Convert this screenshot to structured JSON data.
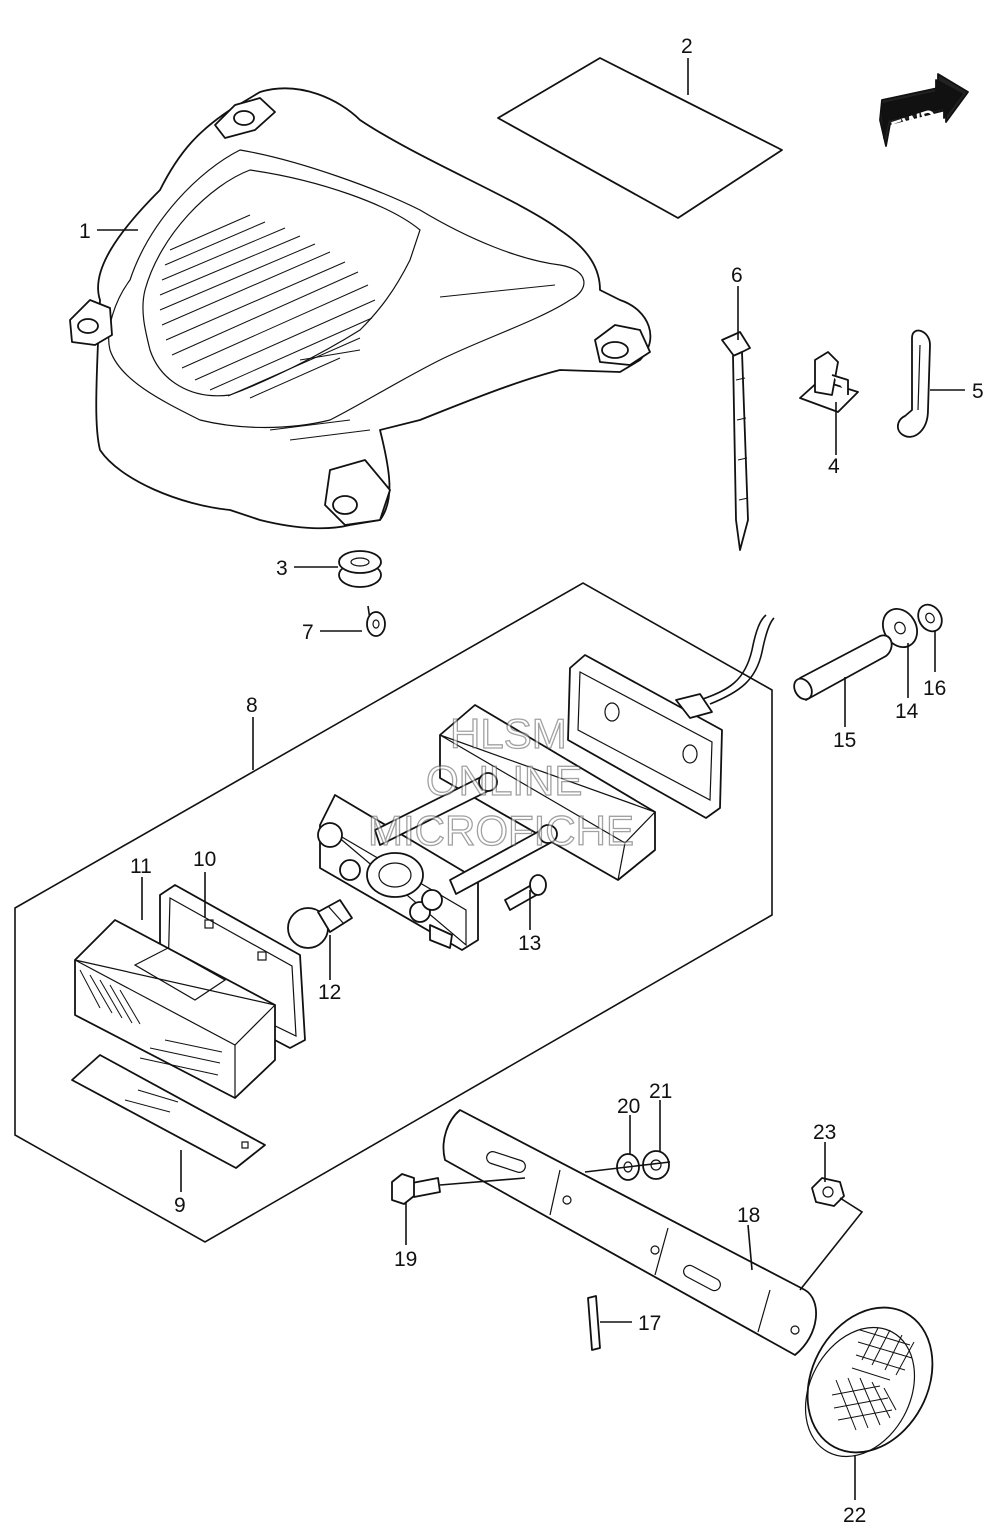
{
  "fwd_label": "FWD",
  "watermark": {
    "line1": "HLSM",
    "line2": "ONLINE",
    "line3": "MICROFICHE"
  },
  "callouts": [
    "1",
    "2",
    "3",
    "4",
    "5",
    "6",
    "7",
    "8",
    "9",
    "10",
    "11",
    "12",
    "13",
    "14",
    "15",
    "16",
    "17",
    "18",
    "19",
    "20",
    "21",
    "22",
    "23"
  ],
  "colors": {
    "line": "#111111",
    "background": "#ffffff"
  }
}
